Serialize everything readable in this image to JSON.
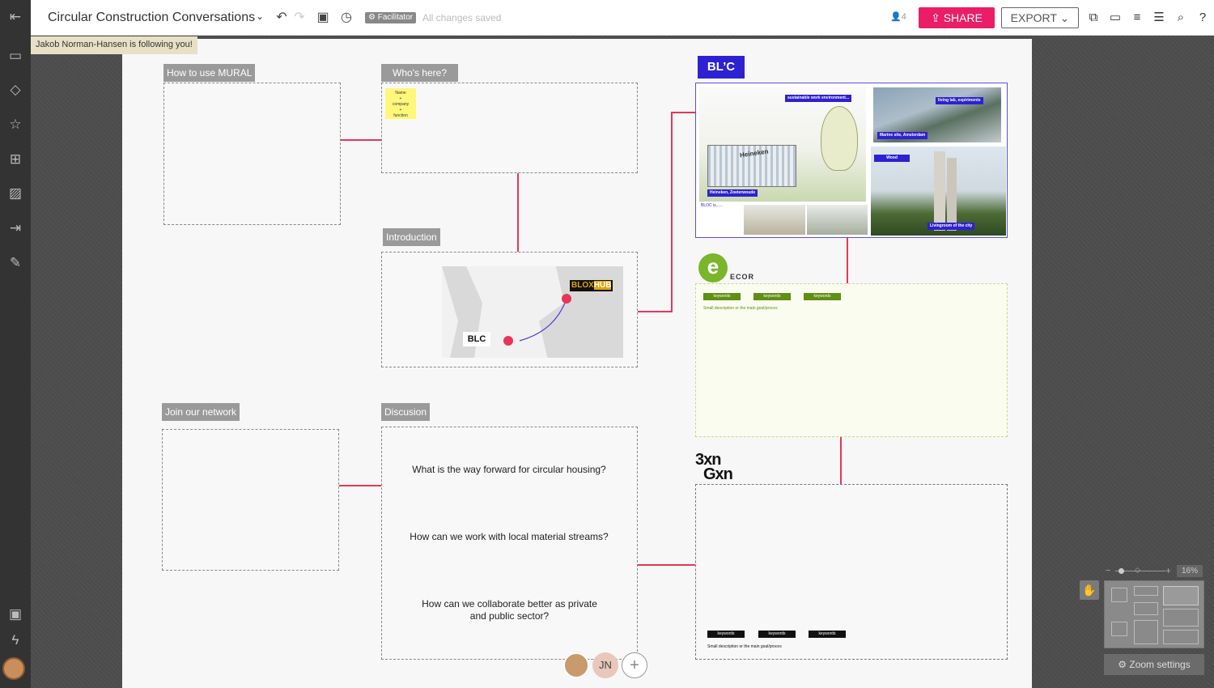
{
  "header": {
    "title": "Circular Construction Conversations",
    "facilitator_badge": "Facilitator",
    "save_status": "All changes saved",
    "user_count": "4",
    "share_label": "SHARE",
    "export_label": "EXPORT"
  },
  "follow_banner": "Jakob Norman-Hansen is following you!",
  "board": {
    "labels": {
      "how_to": "How to use MURAL",
      "whos_here": "Who's here?",
      "introduction": "Introduction",
      "join": "Join our network",
      "discussion": "Discusion"
    },
    "sticky": {
      "line1": "Name",
      "line2": "+",
      "line3": "company",
      "line4": "+",
      "line5": "function"
    },
    "questions": [
      "What is the way forward for circular housing?",
      "How can we work with local material streams?",
      "How can we collaborate better as private and public sector?"
    ],
    "intro_map": {
      "hub_label_a": "BLOX",
      "hub_label_b": "HUB",
      "bloc_label": "BL"
    },
    "bloc": {
      "logo": "BL’C",
      "tags": {
        "sustainable": "sustainable work environment...",
        "living_lab": "living lab, expiriments",
        "marine": "Marine site, Amsterdam",
        "wood": "Wood",
        "heineken": "Heineken, Zoeterwoude",
        "livingroom": "Livingroom of the city"
      },
      "sketch_text": "Heineken",
      "bloc_is": "BLOC is......"
    },
    "ecor": {
      "logo_letter": "e",
      "logo_text": "ECOR",
      "keywords": [
        "keywords",
        "keywords",
        "keywords"
      ],
      "description": "Small description or the main goal/proces"
    },
    "gxn": {
      "logo_line1": "3xn",
      "logo_line2": "Gxn",
      "keywords": [
        "keywords",
        "keywords",
        "keywords"
      ],
      "description": "Small description or the main goal/proces"
    }
  },
  "presence": {
    "initials": "JN"
  },
  "zoom": {
    "percent": "16%",
    "settings_label": "Zoom settings"
  },
  "colors": {
    "accent": "#ea1d66",
    "connector": "#e9345a",
    "bloc_blue": "#2d21d2",
    "ecor_green": "#7ab52c"
  }
}
